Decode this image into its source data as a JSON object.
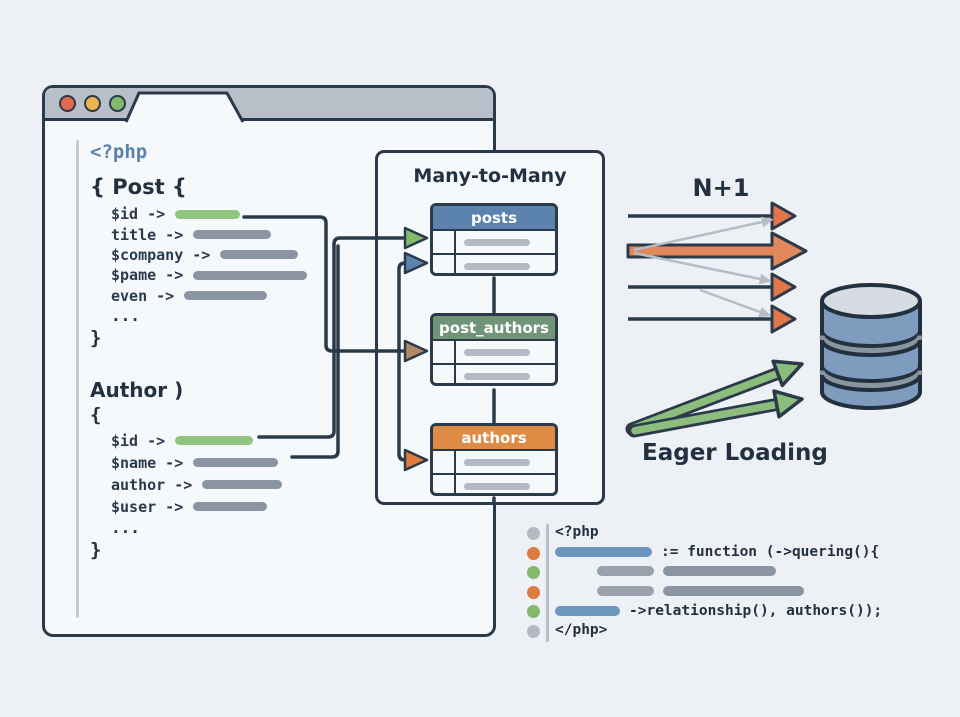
{
  "window": {
    "traffic_lights": [
      "#e06b4c",
      "#e9b450",
      "#83b96d"
    ]
  },
  "code_left": {
    "php_open": "<?php",
    "post": {
      "title": "{ Post {",
      "fields": [
        "$id ->",
        "title ->",
        "$company ->",
        "$pame ->",
        "even ->"
      ],
      "ellipsis": "...",
      "close": "}"
    },
    "author": {
      "title": "Author )",
      "open": "{",
      "fields": [
        "$id ->",
        "$name ->",
        "author ->",
        "$user ->"
      ],
      "ellipsis": "...",
      "close": "}"
    }
  },
  "diagram": {
    "title": "Many-to-Many",
    "tables": [
      {
        "name": "posts",
        "header_color": "#5b83ad"
      },
      {
        "name": "post_authors",
        "header_color": "#6f9478"
      },
      {
        "name": "authors",
        "header_color": "#dd8b45"
      }
    ],
    "arrow_colors": {
      "green": "#83b96d",
      "blue": "#5b83ad",
      "tan": "#b08a66",
      "orange": "#df7b3e"
    }
  },
  "n_plus_one": {
    "label": "N+1",
    "arrow_color": "#e0713d"
  },
  "eager": {
    "label": "Eager Loading",
    "arrow_color": "#8cbd7d"
  },
  "database": {
    "body_color": "#7e9dbe",
    "top_color": "#d7dce2"
  },
  "snippet": {
    "lines": [
      {
        "text": "<?php"
      },
      {
        "text": ":= function (->quering(){"
      },
      {
        "text": ""
      },
      {
        "text": ""
      },
      {
        "text": "->relationship(), authors());"
      },
      {
        "text": "</php>"
      }
    ]
  }
}
